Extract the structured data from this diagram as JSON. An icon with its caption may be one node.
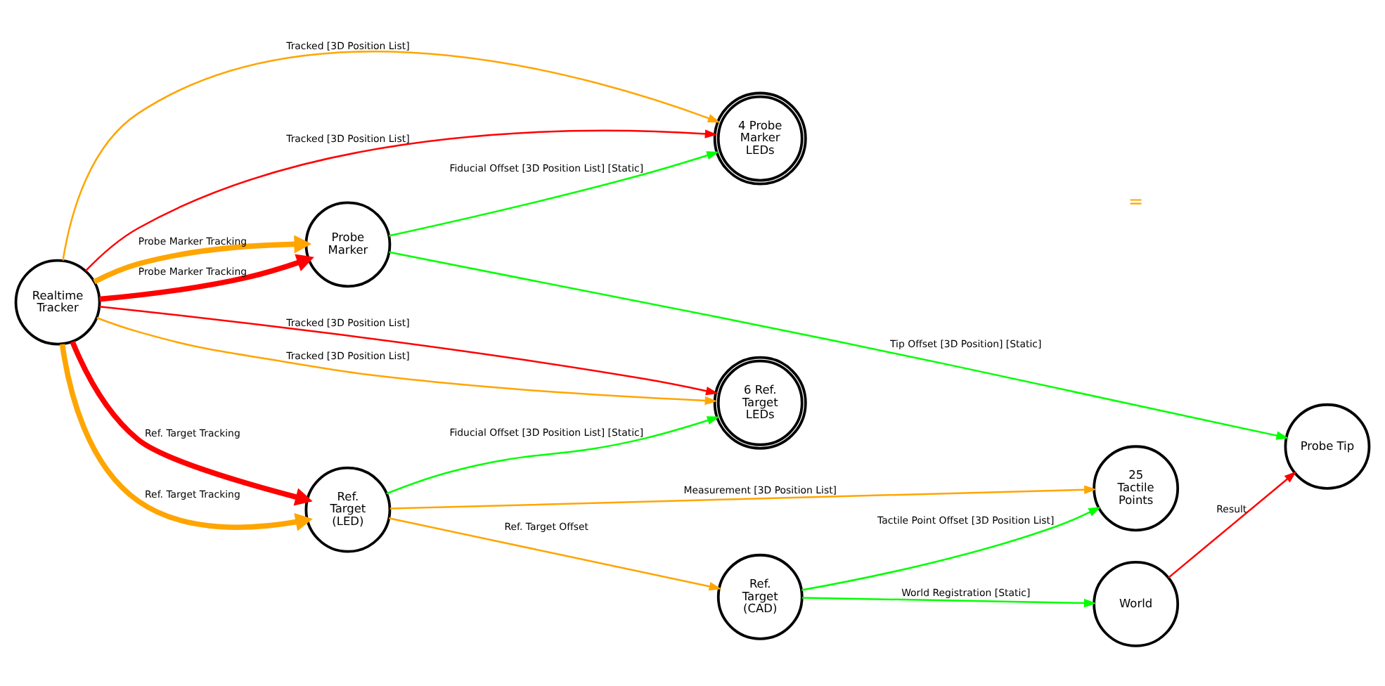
{
  "diagram": {
    "nodes": [
      {
        "text": [
          "Realtime Tracker"
        ]
      },
      {
        "text": [
          "4 Probe Marker LEDs"
        ]
      },
      {
        "text": [
          "Probe Marker"
        ]
      },
      {
        "text": [
          "Probe Tip"
        ]
      },
      {
        "text": [
          "25 Tactile Points"
        ]
      },
      {
        "text": [
          "World"
        ]
      },
      {
        "text": [
          "6 Ref. Target LEDs"
        ]
      },
      {
        "text": [
          "Ref. Target (LED)"
        ]
      },
      {
        "text": [
          "Ref. Target (CAD)"
        ]
      }
    ],
    "edges": [
      {
        "from": 0,
        "to": 1,
        "arrow": "to",
        "label": "Tracked [3D Position List]"
      },
      {
        "from": 0,
        "to": 1,
        "arrow": "to",
        "label": "Tracked [3D Position List]",
        "color": "#ff0000"
      },
      {
        "from": 2,
        "to": 1,
        "arrow": "to",
        "label": "Fiducial Offset [3D Position List] [Static]",
        "color": "#00ff00"
      },
      {
        "from": 0,
        "to": 2,
        "arrow": "to",
        "label": "Probe Marker Tracking",
        "style": "thick"
      },
      {
        "from": 0,
        "to": 2,
        "arrow": "to",
        "label": "Probe Marker Tracking",
        "style": "thick",
        "color": "#ff0000"
      },
      {
        "from": 2,
        "to": 3,
        "arrow": "to",
        "label": "Tip Offset [3D Position] [Static]",
        "color": "#00ff00"
      },
      {
        "from": 0,
        "to": 7,
        "arrow": "to",
        "label": "Ref. Target Tracking",
        "style": "thick",
        "color": "#ff0000"
      },
      {
        "from": 0,
        "to": 7,
        "arrow": "to",
        "label": "Ref. Target Tracking",
        "style": "thick"
      },
      {
        "from": 0,
        "to": 6,
        "arrow": "to",
        "label": "Tracked [3D Position List]",
        "color": "#ff0000"
      },
      {
        "from": 0,
        "to": 6,
        "arrow": "to",
        "label": "Tracked [3D Position List]"
      },
      {
        "from": 7,
        "to": 6,
        "arrow": "to",
        "label": "Fiducial Offset [3D Position List] [Static]",
        "color": "#00ff00"
      },
      {
        "from": 7,
        "to": 4,
        "arrow": "to",
        "label": "Measurement [3D Position List]"
      },
      {
        "from": 8,
        "to": 4,
        "arrow": "to",
        "label": "Tactile Point Offset [3D Position List]",
        "color": "#00ff00"
      },
      {
        "from": 8,
        "to": 5,
        "arrow": "to",
        "label": "World Registration [Static]",
        "color": "#00ff00"
      },
      {
        "from": 5,
        "to": 3,
        "arrow": "to",
        "label": "Result",
        "color": "#ff0000"
      },
      {
        "from": 7,
        "to": 8,
        "arrow": "to",
        "label": "Ref. Target Offset"
      }
    ],
    "labels": [
      "="
    ]
  }
}
